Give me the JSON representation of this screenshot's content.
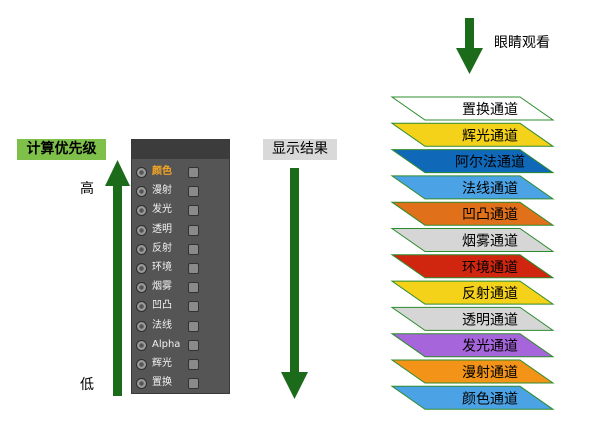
{
  "left": {
    "title": "计算优先级",
    "high": "高",
    "low": "低"
  },
  "panel": {
    "items": [
      {
        "label": "颜色",
        "active": true
      },
      {
        "label": "漫射"
      },
      {
        "label": "发光"
      },
      {
        "label": "透明"
      },
      {
        "label": "反射"
      },
      {
        "label": "环境"
      },
      {
        "label": "烟雾"
      },
      {
        "label": "凹凸"
      },
      {
        "label": "法线"
      },
      {
        "label": "Alpha"
      },
      {
        "label": "辉光"
      },
      {
        "label": "置换"
      }
    ]
  },
  "middle": {
    "title": "显示结果"
  },
  "right": {
    "viewer": "眼睛观看",
    "layers": [
      {
        "label": "置换通道",
        "color": "#ffffff"
      },
      {
        "label": "辉光通道",
        "color": "#f5d21a"
      },
      {
        "label": "阿尔法通道",
        "color": "#1068b8"
      },
      {
        "label": "法线通道",
        "color": "#4ba3e6"
      },
      {
        "label": "凹凸通道",
        "color": "#e0701a"
      },
      {
        "label": "烟雾通道",
        "color": "#d6d6d6"
      },
      {
        "label": "环境通道",
        "color": "#d0260f"
      },
      {
        "label": "反射通道",
        "color": "#f5d21a"
      },
      {
        "label": "透明通道",
        "color": "#d6d6d6"
      },
      {
        "label": "发光通道",
        "color": "#a765dc"
      },
      {
        "label": "漫射通道",
        "color": "#f39419"
      },
      {
        "label": "颜色通道",
        "color": "#4ba3e6"
      }
    ]
  },
  "colors": {
    "arrow": "#1b6b1b",
    "layer_border": "#2e8b2e"
  }
}
